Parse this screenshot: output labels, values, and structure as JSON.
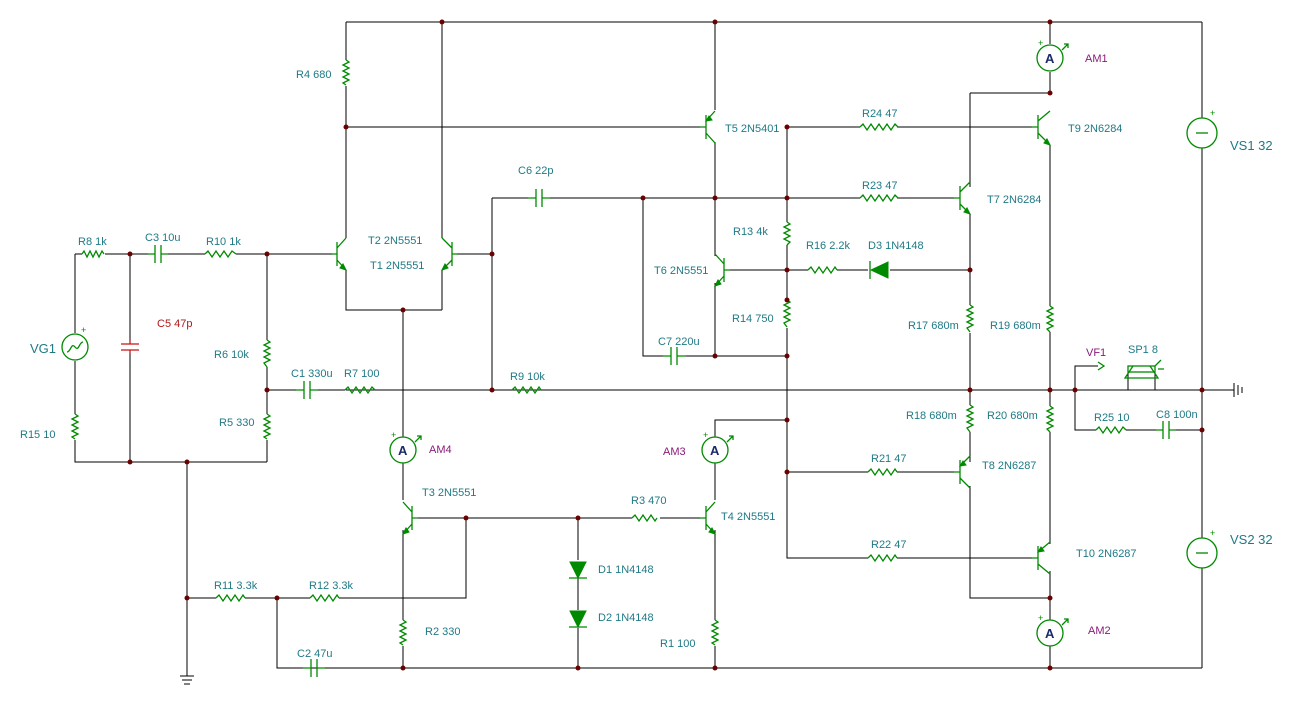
{
  "components": {
    "R1": "R1 100",
    "R2": "R2 330",
    "R3": "R3 470",
    "R4": "R4 680",
    "R5": "R5 330",
    "R6": "R6 10k",
    "R7": "R7 100",
    "R8": "R8 1k",
    "R9": "R9 10k",
    "R10": "R10 1k",
    "R11": "R11 3.3k",
    "R12": "R12 3.3k",
    "R13": "R13 4k",
    "R14": "R14 750",
    "R15": "R15 10",
    "R16": "R16 2.2k",
    "R17": "R17 680m",
    "R18": "R18 680m",
    "R19": "R19 680m",
    "R20": "R20 680m",
    "R21": "R21 47",
    "R22": "R22 47",
    "R23": "R23 47",
    "R24": "R24 47",
    "R25": "R25 10",
    "C1": "C1 330u",
    "C2": "C2 47u",
    "C3": "C3 10u",
    "C5": "C5 47p",
    "C6": "C6 22p",
    "C7": "C7 220u",
    "C8": "C8 100n",
    "T1": "T1 2N5551",
    "T2": "T2 2N5551",
    "T3": "T3 2N5551",
    "T4": "T4 2N5551",
    "T5": "T5 2N5401",
    "T6": "T6 2N5551",
    "T7": "T7 2N6284",
    "T8": "T8 2N6287",
    "T9": "T9 2N6284",
    "T10": "T10 2N6287",
    "D1": "D1 1N4148",
    "D2": "D2 1N4148",
    "D3": "D3 1N4148",
    "AM1": "AM1",
    "AM2": "AM2",
    "AM3": "AM3",
    "AM4": "AM4",
    "VG1": "VG1",
    "VS1": "VS1 32",
    "VS2": "VS2 32",
    "VF1": "VF1",
    "SP1": "SP1 8"
  },
  "symbols": {
    "ammeter_letter": "A",
    "plus": "+"
  },
  "colors": {
    "wire": "#000000",
    "part": "#008a00",
    "label": "#1f7a86",
    "meter_label": "#8a1a7a",
    "c5": "#c81414",
    "node": "#6b0000"
  }
}
